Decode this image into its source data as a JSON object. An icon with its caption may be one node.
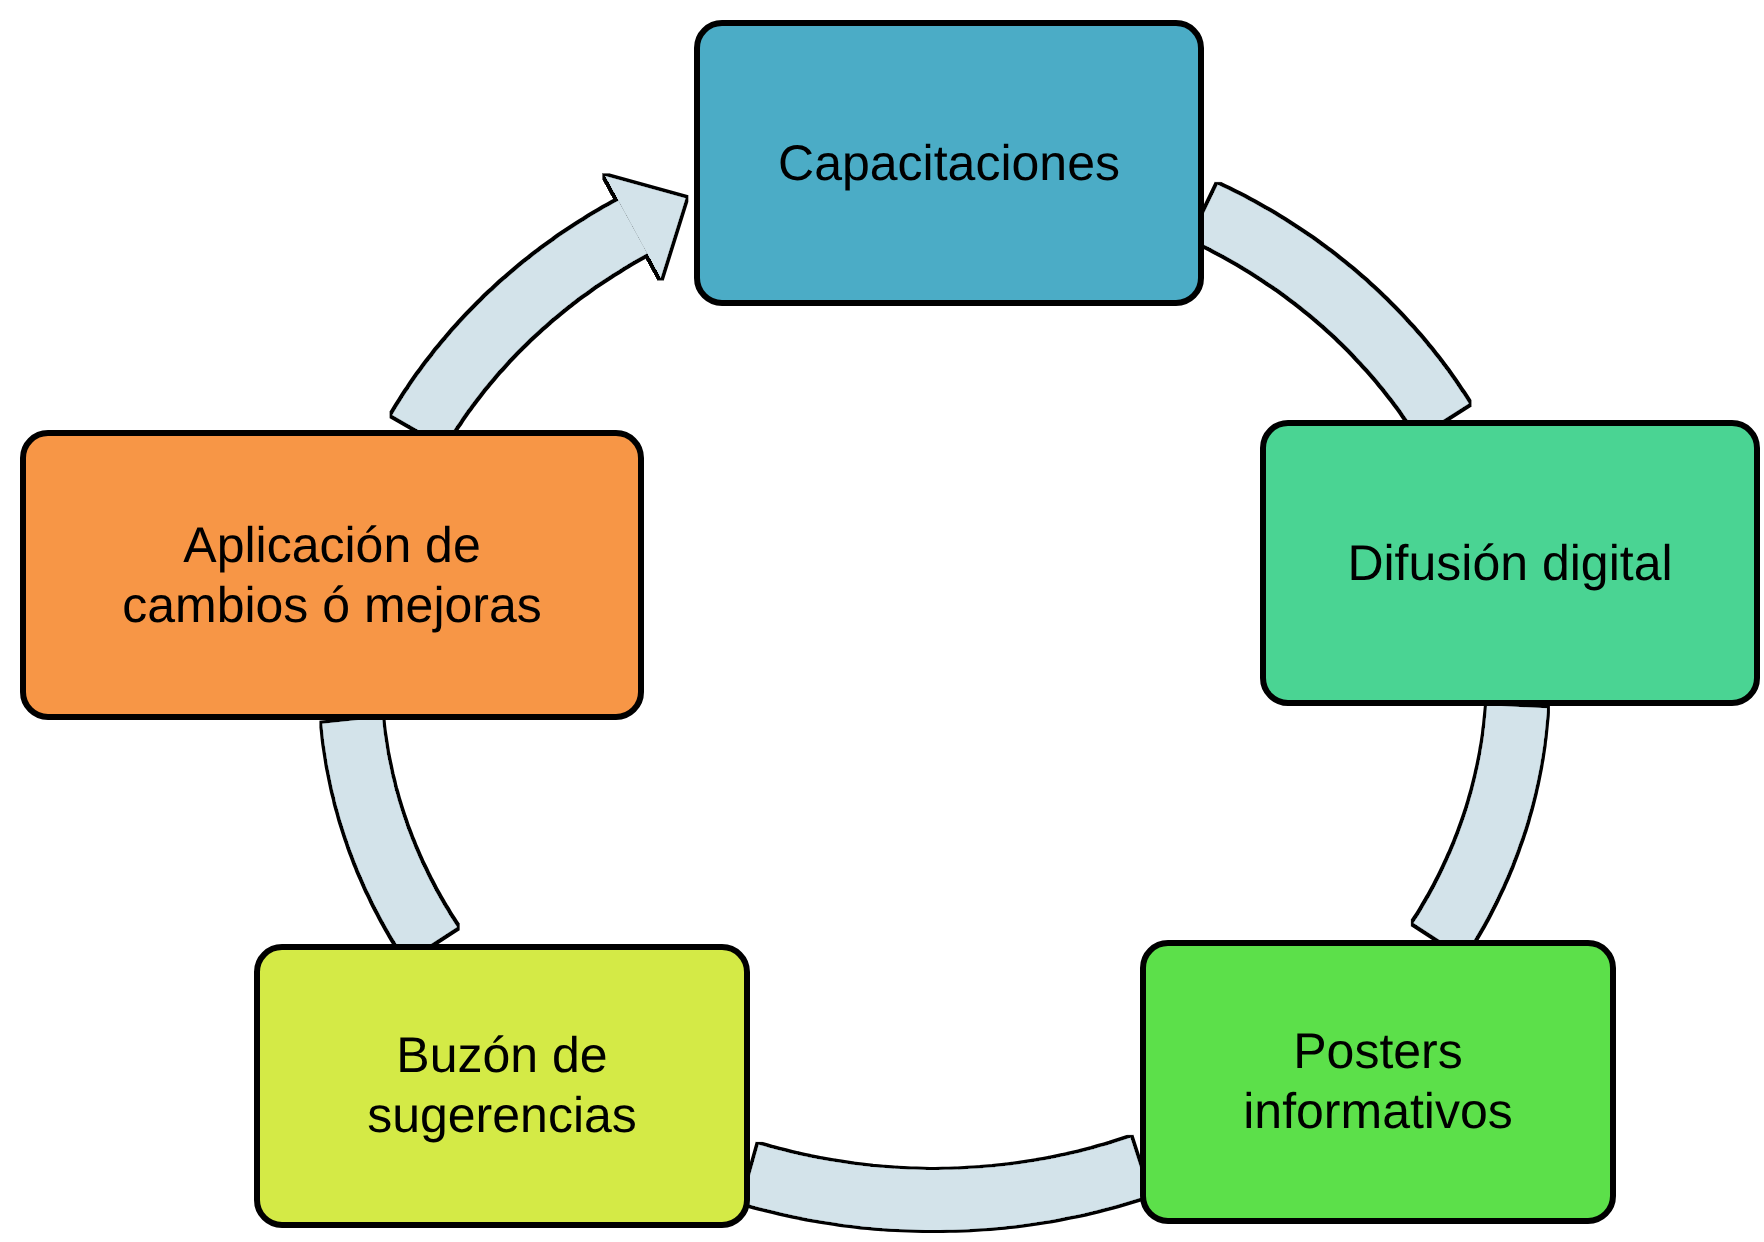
{
  "diagram": {
    "nodes": [
      {
        "text": [
          "Capacitaciones"
        ]
      },
      {
        "text": [
          "Difusión digital"
        ]
      },
      {
        "text": [
          "Posters informativos"
        ]
      },
      {
        "text": [
          "Buzón de sugerencias"
        ]
      },
      {
        "text": [
          "Aplicación de cambios ó mejoras"
        ]
      }
    ],
    "edges": [
      {
        "from": 0,
        "to": 1,
        "arrow": "none"
      },
      {
        "from": 1,
        "to": 2,
        "arrow": "none"
      },
      {
        "from": 2,
        "to": 3,
        "arrow": "none"
      },
      {
        "from": 3,
        "to": 4,
        "arrow": "none"
      },
      {
        "from": 4,
        "to": 0,
        "arrow": "to"
      }
    ]
  }
}
